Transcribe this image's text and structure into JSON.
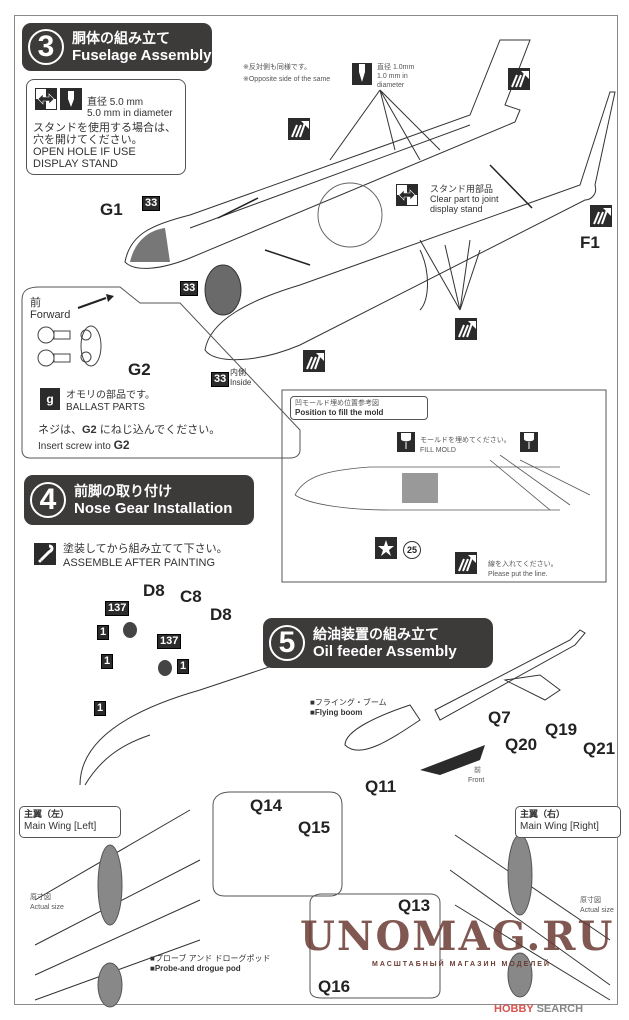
{
  "step3": {
    "number": "3",
    "title_jp": "胴体の組み立て",
    "title_en": "Fuselage Assembly",
    "drill_note": {
      "size_jp": "直径 5.0 mm",
      "size_en": "5.0 mm in diameter",
      "line1_jp": "スタンドを使用する場合は、",
      "line2_jp": "穴を開けてください。",
      "line1_en": "OPEN HOLE IF USE",
      "line2_en": "DISPLAY STAND"
    },
    "opposite_jp": "※反対側も同様です。",
    "opposite_en": "※Opposite side of the same",
    "small_drill_jp": "直径 1.0mm",
    "small_drill_en1": "1.0 mm in",
    "small_drill_en2": "diameter",
    "stand_part_jp": "スタンド用部品",
    "stand_part_en1": "Clear part to joint",
    "stand_part_en2": "display stand",
    "parts": {
      "g1": "G1",
      "f1": "F1",
      "g2": "G2",
      "badge33": "33"
    },
    "inside_jp": "内側",
    "inside_en": "Inside",
    "forward_jp": "前",
    "forward_en": "Forward",
    "ballast_jp": "オモリの部品です。",
    "ballast_en": "BALLAST PARTS",
    "ballast_icon": "g",
    "screw_jp_pre": "ネジは、",
    "screw_jp_part": "G2",
    "screw_jp_post": " にねじ込んでください。",
    "screw_en_pre": "Insert screw into ",
    "screw_en_part": "G2"
  },
  "mold_ref": {
    "title_jp": "凹モールド埋め位置参考図",
    "title_en": "Position to fill the mold",
    "fill_jp": "モールドを埋めてください。",
    "fill_en": "FILL MOLD",
    "decal_num": "25",
    "line_jp": "線を入れてください。",
    "line_en": "Please put the line."
  },
  "step4": {
    "number": "4",
    "title_jp": "前脚の取り付け",
    "title_en": "Nose Gear Installation",
    "paint_jp": "塗装してから組み立てて下さい。",
    "paint_en": "ASSEMBLE AFTER PAINTING",
    "parts": {
      "d8a": "D8",
      "c8": "C8",
      "d8b": "D8"
    },
    "badges": {
      "c137a": "137",
      "c137b": "137",
      "c1a": "1",
      "c1b": "1",
      "c1c": "1",
      "c1d": "1"
    }
  },
  "step5": {
    "number": "5",
    "title_jp": "給油装置の組み立て",
    "title_en": "Oil feeder Assembly",
    "boom_jp": "■フライング・ブーム",
    "boom_en": "■Flying boom",
    "parts": {
      "q7": "Q7",
      "q11": "Q11",
      "q19": "Q19",
      "q20": "Q20",
      "q21": "Q21"
    },
    "front_jp": "前",
    "front_en": "Front"
  },
  "wings": {
    "left_jp": "主翼（左）",
    "left_en": "Main Wing [Left]",
    "right_jp": "主翼（右）",
    "right_en": "Main Wing [Right]",
    "actual_jp": "原寸図",
    "actual_en": "Actual size",
    "pod_jp": "■プローブ アンド ドローグポッド",
    "pod_en": "■Probe-and drogue pod",
    "parts": {
      "q13": "Q13",
      "q14": "Q14",
      "q15": "Q15",
      "q16": "Q16"
    }
  },
  "watermark": {
    "main": "UNOMAG.RU",
    "sub": "МАСШТАБНЫЙ МАГАЗИН МОДЕЛЕЙ",
    "hobby": "HOBBY",
    "search": "SEARCH"
  },
  "colors": {
    "banner": "#3d3a3a",
    "fill_grey": "#8c8c8c",
    "watermark": "#6b3b33",
    "hobby_red": "#d9534f"
  }
}
